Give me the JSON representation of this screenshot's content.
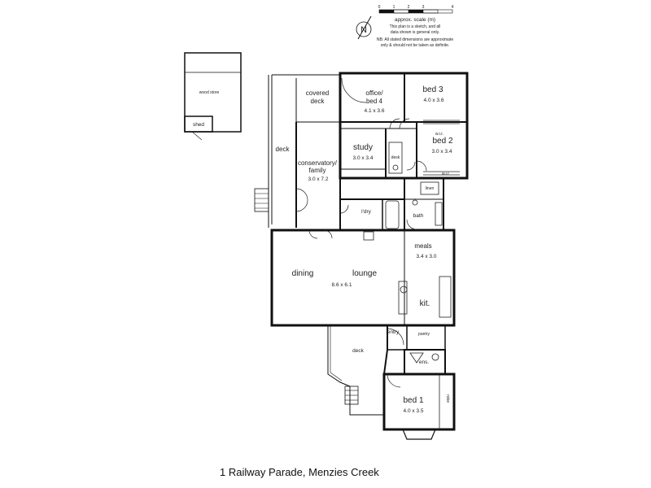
{
  "scale": {
    "ticks": [
      "0",
      "1",
      "2",
      "3",
      "4"
    ],
    "label": "approx. scale (m)",
    "note1": "This plan is a sketch, and all",
    "note2": "data shown is general only.",
    "note3": "NB: All stated dimensions are approximate",
    "note4": "only & should not be taken as definite."
  },
  "north": "N",
  "rooms": {
    "wood_store": "wood store",
    "shed": "shed",
    "covered_deck_1": "covered",
    "covered_deck_2": "deck",
    "deck_side": "deck",
    "office_1": "office/",
    "office_2": "bed 4",
    "office_dim": "4.1 x 3.6",
    "bed3": "bed 3",
    "bed3_dim": "4.0 x 3.6",
    "study": "study",
    "study_dim": "3.0 x 3.4",
    "bed2": "bed 2",
    "bed2_dim": "3.0 x 3.4",
    "conservatory_1": "conservatory/",
    "conservatory_2": "family",
    "conservatory_dim": "3.0 x 7.2",
    "ldry": "l'dry",
    "bath": "bath",
    "meals": "meals",
    "meals_dim": "3.4 x 3.0",
    "dining": "dining",
    "lounge": "lounge",
    "dining_dim": "8.6 x 6.1",
    "kit": "kit.",
    "entry": "entry",
    "pantry": "pantry",
    "deck_front": "deck",
    "ens": "ens.",
    "bed1": "bed 1",
    "bed1_dim": "4.0 x 3.5",
    "wir1": "w.i.r.",
    "wir2": "w.i.r.",
    "robe": "robe",
    "linen": "linen",
    "desk": "desk"
  },
  "address": "1 Railway Parade, Menzies Creek"
}
